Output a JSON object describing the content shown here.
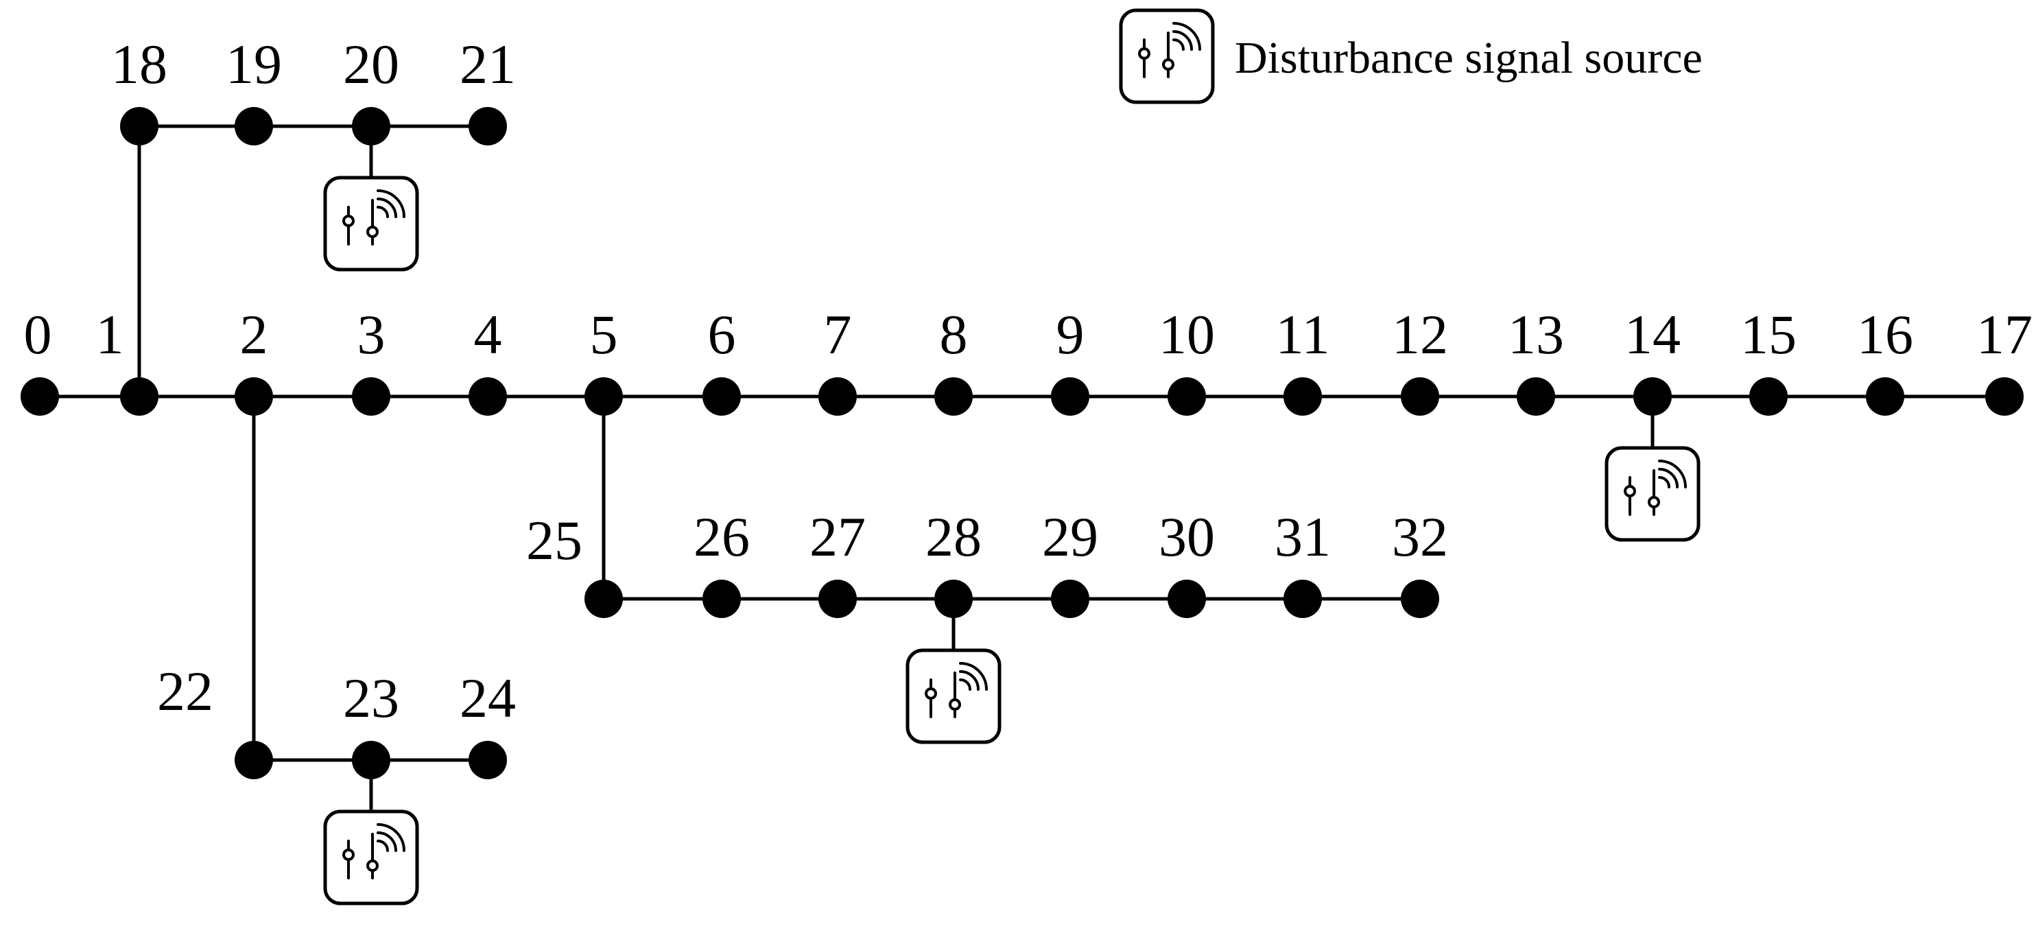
{
  "legend": {
    "label": "Disturbance signal source",
    "icon": "disturbance-source-icon"
  },
  "network": {
    "nodes": [
      {
        "id": "0"
      },
      {
        "id": "1"
      },
      {
        "id": "2"
      },
      {
        "id": "3"
      },
      {
        "id": "4"
      },
      {
        "id": "5"
      },
      {
        "id": "6"
      },
      {
        "id": "7"
      },
      {
        "id": "8"
      },
      {
        "id": "9"
      },
      {
        "id": "10"
      },
      {
        "id": "11"
      },
      {
        "id": "12"
      },
      {
        "id": "13"
      },
      {
        "id": "14"
      },
      {
        "id": "15"
      },
      {
        "id": "16"
      },
      {
        "id": "17"
      },
      {
        "id": "18"
      },
      {
        "id": "19"
      },
      {
        "id": "20"
      },
      {
        "id": "21"
      },
      {
        "id": "22"
      },
      {
        "id": "23"
      },
      {
        "id": "24"
      },
      {
        "id": "25"
      },
      {
        "id": "26"
      },
      {
        "id": "27"
      },
      {
        "id": "28"
      },
      {
        "id": "29"
      },
      {
        "id": "30"
      },
      {
        "id": "31"
      },
      {
        "id": "32"
      }
    ],
    "edges": [
      [
        "0",
        "1"
      ],
      [
        "1",
        "2"
      ],
      [
        "2",
        "3"
      ],
      [
        "3",
        "4"
      ],
      [
        "4",
        "5"
      ],
      [
        "5",
        "6"
      ],
      [
        "6",
        "7"
      ],
      [
        "7",
        "8"
      ],
      [
        "8",
        "9"
      ],
      [
        "9",
        "10"
      ],
      [
        "10",
        "11"
      ],
      [
        "11",
        "12"
      ],
      [
        "12",
        "13"
      ],
      [
        "13",
        "14"
      ],
      [
        "14",
        "15"
      ],
      [
        "15",
        "16"
      ],
      [
        "16",
        "17"
      ],
      [
        "1",
        "18"
      ],
      [
        "18",
        "19"
      ],
      [
        "19",
        "20"
      ],
      [
        "20",
        "21"
      ],
      [
        "2",
        "22"
      ],
      [
        "22",
        "23"
      ],
      [
        "23",
        "24"
      ],
      [
        "5",
        "25"
      ],
      [
        "25",
        "26"
      ],
      [
        "26",
        "27"
      ],
      [
        "27",
        "28"
      ],
      [
        "28",
        "29"
      ],
      [
        "29",
        "30"
      ],
      [
        "30",
        "31"
      ],
      [
        "31",
        "32"
      ]
    ],
    "disturbance_sources": [
      "20",
      "14",
      "28",
      "23"
    ]
  }
}
